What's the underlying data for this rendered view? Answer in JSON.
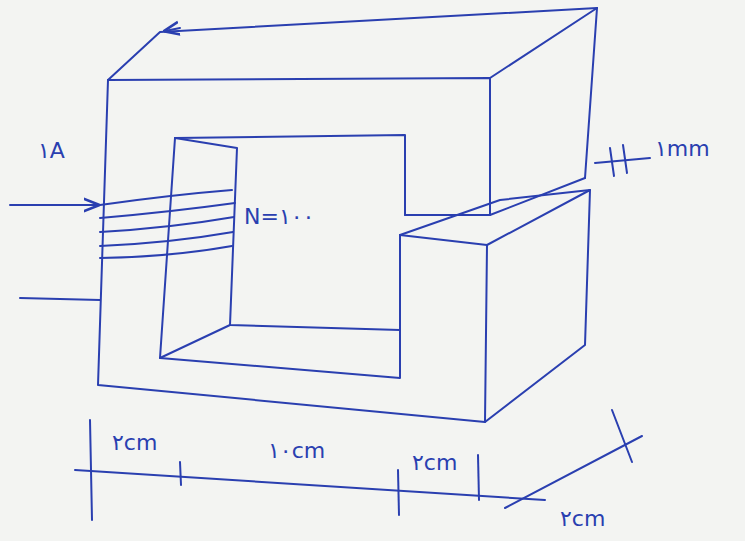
{
  "diagram": {
    "labels": [
      "۱A",
      "N=۱۰۰",
      "۱mm",
      "۲cm",
      "۱۰cm",
      "۲cm",
      "۲cm"
    ]
  }
}
